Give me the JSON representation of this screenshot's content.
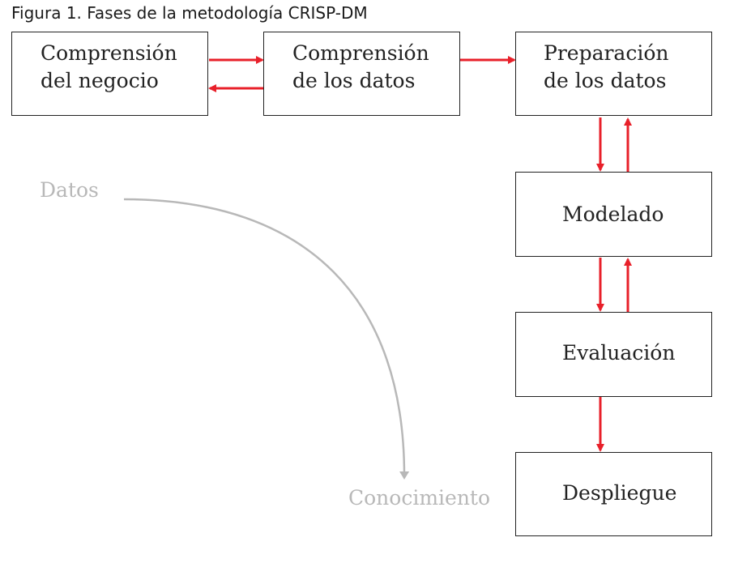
{
  "caption": "Figura 1. Fases de la metodología CRISP-DM",
  "phases": {
    "business": {
      "line1": "Comprensión",
      "line2": "del negocio"
    },
    "data_understanding": {
      "line1": "Comprensión",
      "line2": "de los datos"
    },
    "data_preparation": {
      "line1": "Preparación",
      "line2": "de los datos"
    },
    "modeling": {
      "label": "Modelado"
    },
    "evaluation": {
      "label": "Evaluación"
    },
    "deployment": {
      "label": "Despliegue"
    }
  },
  "flow": {
    "from": "Datos",
    "to": "Conocimiento"
  },
  "colors": {
    "arrow": "#e8202a",
    "box_border": "#222222",
    "faded": "#b8b8b8"
  }
}
